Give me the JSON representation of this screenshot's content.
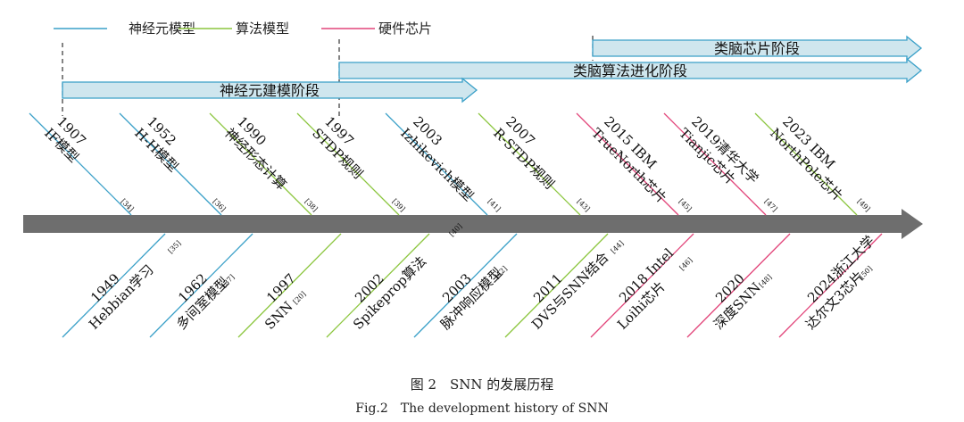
{
  "legend": [
    {
      "label": "神经元模型",
      "color": "#3aa0c8"
    },
    {
      "label": "算法模型",
      "color": "#8cc63f"
    },
    {
      "label": "硬件芯片",
      "color": "#e2457a"
    }
  ],
  "phases": [
    {
      "label": "类脑芯片阶段"
    },
    {
      "label": "类脑算法进化阶段"
    },
    {
      "label": "神经元建模阶段"
    }
  ],
  "timeline_color": "#6e6e6e",
  "phase_fill": "#cfe6ee",
  "phase_stroke": "#3aa0c8",
  "upper_events": [
    {
      "year": "1907",
      "name": "IF模型",
      "ref": "[34]",
      "type": 0
    },
    {
      "year": "1952",
      "name": "H-H模型",
      "ref": "[36]",
      "type": 0
    },
    {
      "year": "1990",
      "name": "神经形态计算",
      "ref": "[38]",
      "type": 1
    },
    {
      "year": "1997",
      "name": "STDP规则",
      "ref": "[39]",
      "type": 1
    },
    {
      "year": "2003",
      "name": "Izhikevich模型",
      "ref": "[41]",
      "type": 0
    },
    {
      "year": "2007",
      "name": "R-STDP规则",
      "ref": "[43]",
      "type": 1
    },
    {
      "year": "2015 IBM",
      "name": "TrueNorth芯片",
      "ref": "[45]",
      "type": 2
    },
    {
      "year": "2019清华大学",
      "name": "Tianjic芯片",
      "ref": "[47]",
      "type": 2
    },
    {
      "year": "2023 IBM",
      "name": "NorthPole芯片",
      "ref": "[49]",
      "type": 1
    }
  ],
  "lower_events": [
    {
      "year": "1949",
      "name": "Hebbian学习",
      "ref": "[35]",
      "type": 0
    },
    {
      "year": "1962",
      "name": "多间室模型",
      "ref": "[37]",
      "type": 0
    },
    {
      "year": "1997",
      "name": "SNN",
      "ref": "[20]",
      "type": 1
    },
    {
      "year": "2002",
      "name": "Spikeprop算法",
      "ref": "[40]",
      "type": 1
    },
    {
      "year": "2003",
      "name": "脉冲响应模型",
      "ref": "[42]",
      "type": 0
    },
    {
      "year": "2011",
      "name": "DVS与SNN结合",
      "ref": "[44]",
      "type": 1
    },
    {
      "year": "2018 Intel",
      "name": "Loihi芯片",
      "ref": "[46]",
      "type": 2
    },
    {
      "year": "2020",
      "name": "深度SNN",
      "ref": "[48]",
      "type": 2
    },
    {
      "year": "2024浙江大学",
      "name": "达尔文3芯片",
      "ref": "[50]",
      "type": 2
    }
  ],
  "caption": {
    "cn": "图 2　SNN 的发展历程",
    "en": "Fig.2　The development history of SNN"
  }
}
